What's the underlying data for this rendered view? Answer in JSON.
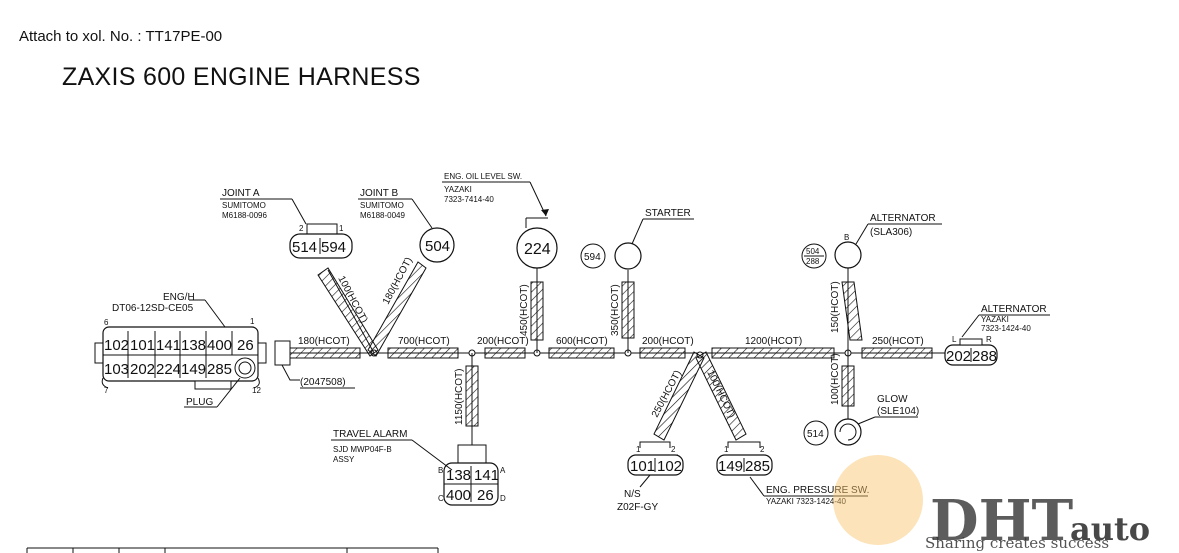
{
  "header": {
    "attach": "Attach to xol. No. : TT17PE-00",
    "title": "ZAXIS 600 ENGINE HARNESS"
  },
  "colors": {
    "ink": "#111111",
    "watermark_orange": "#f5b04a",
    "watermark_green": "#5a9a3a"
  },
  "connectors": {
    "main": {
      "label": "ENG/H",
      "part": "DT06-12SD-CE05",
      "pin_start": "6",
      "pin_end": "1",
      "pin_7": "7",
      "pin_12": "12",
      "top_row": [
        "102",
        "101",
        "141",
        "138",
        "400",
        "26"
      ],
      "bottom_row": [
        "103",
        "202",
        "224",
        "149",
        "285"
      ],
      "plug_label": "PLUG"
    },
    "joint_a": {
      "label": "JOINT A",
      "maker": "SUMITOMO",
      "part": "M6188-0096",
      "pin2": "2",
      "pin1": "1",
      "pins": [
        "514",
        "594"
      ]
    },
    "joint_b": {
      "label": "JOINT B",
      "maker": "SUMITOMO",
      "part": "M6188-0049",
      "pin": "504"
    },
    "oil_level": {
      "label": "ENG. OIL LEVEL SW.",
      "maker": "YAZAKI",
      "part": "7323-7414-40",
      "pin": "224"
    },
    "starter": {
      "label": "STARTER",
      "pin": "594"
    },
    "alternator_b": {
      "label": "ALTERNATOR",
      "sub": "(SLA306)",
      "terminal": "B",
      "pin_top": "504",
      "pin_bottom": "288"
    },
    "alternator_lr": {
      "label": "ALTERNATOR",
      "maker": "YAZAKI",
      "part": "7323-1424-40",
      "l": "L",
      "r": "R",
      "pins": [
        "202",
        "288"
      ]
    },
    "glow": {
      "label": "GLOW",
      "sub": "(SLE104)",
      "pin": "514"
    },
    "travel_alarm": {
      "label": "TRAVEL ALARM",
      "part": "SJD MWP04F-B",
      "assy": "ASSY",
      "a": "A",
      "b": "B",
      "c": "C",
      "d": "D",
      "top": [
        "138",
        "141"
      ],
      "bottom": [
        "400",
        "26"
      ]
    },
    "ns": {
      "label": "N/S",
      "part": "Z02F-GY",
      "pin1": "1",
      "pin2": "2",
      "pins": [
        "101",
        "102"
      ]
    },
    "eng_pressure": {
      "label": "ENG. PRESSURE SW.",
      "part": "YAZAKI 7323-1424-40",
      "pin1": "1",
      "pin2": "2",
      "pins": [
        "149",
        "285"
      ]
    },
    "grommet": {
      "label": "(2047508)"
    }
  },
  "segments": {
    "s180": "180(HCOT)",
    "s700": "700(HCOT)",
    "s200a": "200(HCOT)",
    "s600": "600(HCOT)",
    "s200b": "200(HCOT)",
    "s1200": "1200(HCOT)",
    "s250h": "250(HCOT)",
    "s100ja": "100(HCOT)",
    "s180jb": "180(HCOT)",
    "s450": "450(HCOT)",
    "s350": "350(HCOT)",
    "s150": "150(HCOT)",
    "s100glow": "100(HCOT)",
    "s1150": "1150(HCOT)",
    "s250ns": "250(HCOT)",
    "s100ep": "100(HCOT)"
  },
  "watermark": {
    "logo": "DHT",
    "brand": "auto",
    "tagline": "Sharing creates success"
  }
}
